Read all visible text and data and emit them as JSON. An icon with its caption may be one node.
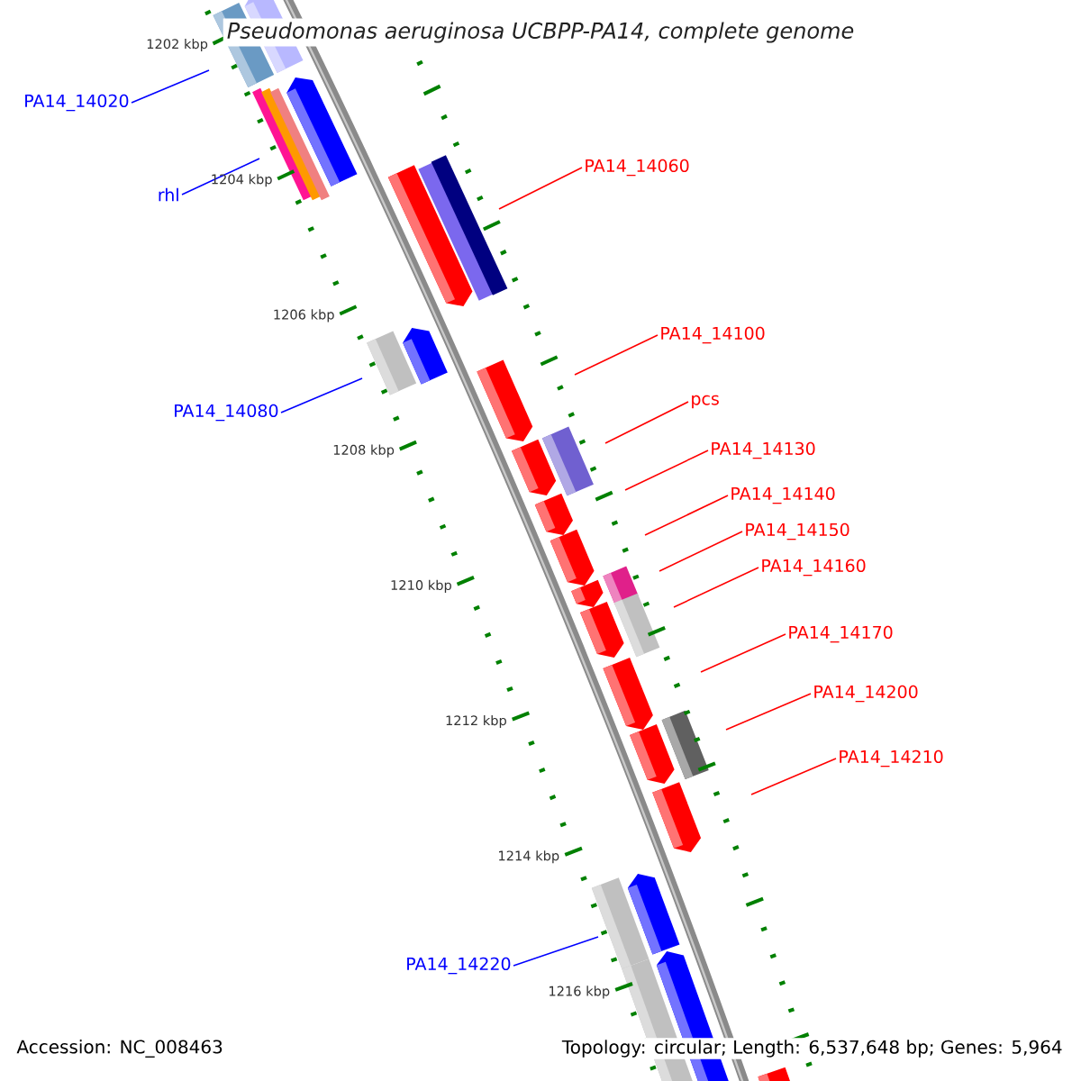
{
  "diagram": {
    "title": "Pseudomonas aeruginosa UCBPP-PA14, complete genome",
    "nodes": [
      {
        "text": [
          "PA14_14020"
        ]
      },
      {
        "text": [
          "PA14_14060"
        ]
      },
      {
        "text": [
          "rhl"
        ]
      },
      {
        "text": [
          "PA14_14100"
        ]
      },
      {
        "text": [
          "pcs"
        ]
      },
      {
        "text": [
          "PA14_14080"
        ]
      },
      {
        "text": [
          "PA14_14130"
        ]
      },
      {
        "text": [
          "PA14_14140"
        ]
      },
      {
        "text": [
          "PA14_14150"
        ]
      },
      {
        "text": [
          "PA14_14160"
        ]
      },
      {
        "text": [
          "PA14_14170"
        ]
      },
      {
        "text": [
          "PA14_14200"
        ]
      },
      {
        "text": [
          "PA14_14210"
        ]
      },
      {
        "text": [
          "PA14_14220"
        ]
      }
    ],
    "edges": [
      {
        "from": 0,
        "to": null,
        "arrow": "none",
        "color": "#0000ff"
      },
      {
        "from": 1,
        "to": null,
        "arrow": "none"
      },
      {
        "from": 2,
        "to": null,
        "arrow": "none",
        "color": "#0000ff"
      },
      {
        "from": 3,
        "to": null,
        "arrow": "none"
      },
      {
        "from": 4,
        "to": null,
        "arrow": "none"
      },
      {
        "from": 5,
        "to": null,
        "arrow": "none",
        "color": "#0000ff"
      },
      {
        "from": 6,
        "to": null,
        "arrow": "none"
      },
      {
        "from": 7,
        "to": null,
        "arrow": "none"
      },
      {
        "from": 8,
        "to": null,
        "arrow": "none"
      },
      {
        "from": 9,
        "to": null,
        "arrow": "none"
      },
      {
        "from": 10,
        "to": null,
        "arrow": "none"
      },
      {
        "from": 11,
        "to": null,
        "arrow": "none"
      },
      {
        "from": 12,
        "to": null,
        "arrow": "none"
      },
      {
        "from": 13,
        "to": null,
        "arrow": "none",
        "color": "#0000ff"
      }
    ],
    "labels": [
      "1202 kbp",
      "1204 kbp",
      "1206 kbp",
      "1208 kbp",
      "1210 kbp",
      "1212 kbp",
      "1214 kbp",
      "1216 kbp",
      "Accession: NC_008463",
      "Topology: circular; Length: 6,537,648 bp; Genes: 5,964"
    ]
  }
}
